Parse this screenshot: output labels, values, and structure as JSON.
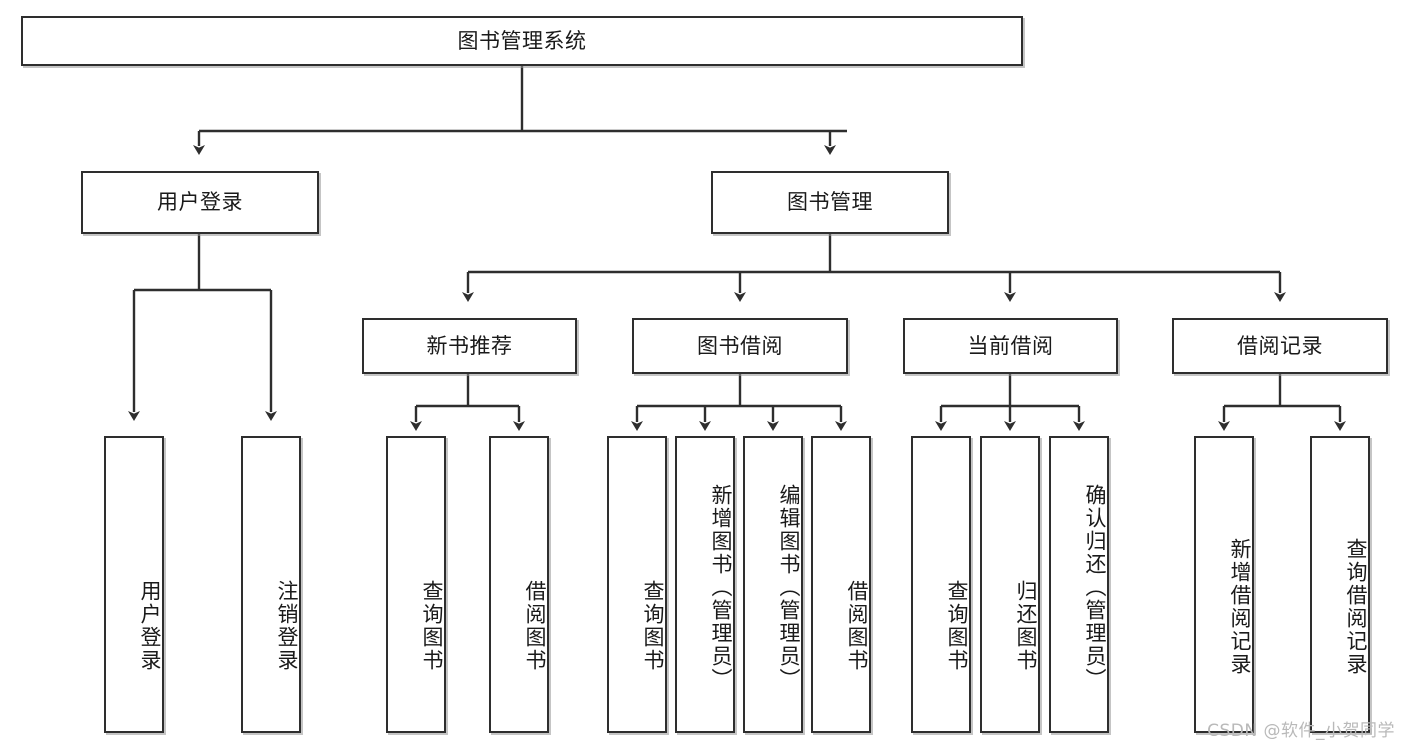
{
  "diagram": {
    "title": "图书管理系统",
    "type": "tree-hierarchy-chart",
    "root": {
      "label": "图书管理系统"
    },
    "level1": [
      {
        "label": "用户登录"
      },
      {
        "label": "图书管理"
      }
    ],
    "level2": [
      {
        "label": "新书推荐"
      },
      {
        "label": "图书借阅"
      },
      {
        "label": "当前借阅"
      },
      {
        "label": "借阅记录"
      }
    ],
    "leaves": [
      {
        "label": "用户登录"
      },
      {
        "label": "注销登录"
      },
      {
        "label": "查询图书"
      },
      {
        "label": "借阅图书"
      },
      {
        "label": "查询图书"
      },
      {
        "label": "新增图书（管理员）"
      },
      {
        "label": "编辑图书（管理员）"
      },
      {
        "label": "借阅图书"
      },
      {
        "label": "查询图书"
      },
      {
        "label": "归还图书"
      },
      {
        "label": "确认归还（管理员）"
      },
      {
        "label": "新增借阅记录"
      },
      {
        "label": "查询借阅记录"
      }
    ]
  },
  "watermark": {
    "text": "CSDN @软件_小贺同学"
  },
  "colors": {
    "stroke": "#2e2e2e",
    "fill": "#ffffff",
    "text": "#1a1a1a",
    "shadow": "#969696",
    "watermark": "#b9b9b9"
  }
}
